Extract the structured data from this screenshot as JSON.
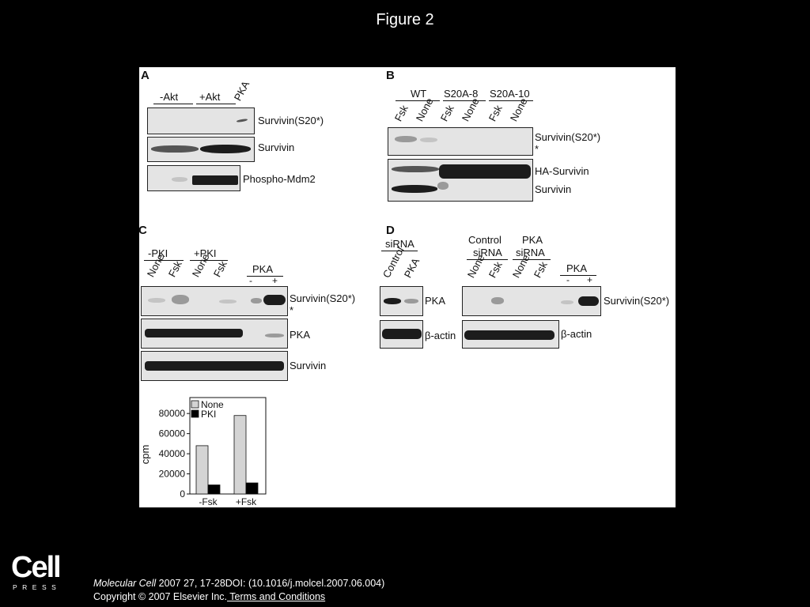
{
  "slide": {
    "title": "Figure 2"
  },
  "panels": {
    "A": {
      "letter": "A",
      "groups": [
        "-Akt",
        "+Akt"
      ],
      "pka_label": "PKA",
      "rows": [
        "Survivin(S20*)",
        "Survivin",
        "Phospho-Mdm2"
      ]
    },
    "B": {
      "letter": "B",
      "groups": [
        "WT",
        "S20A-8",
        "S20A-10"
      ],
      "lanes": [
        "Fsk",
        "None",
        "Fsk",
        "None",
        "Fsk",
        "None"
      ],
      "rows": [
        "Survivin(S20*)",
        "*",
        "HA-Survivin",
        "Survivin"
      ]
    },
    "C": {
      "letter": "C",
      "groups": [
        "-PKI",
        "+PKI",
        "PKA"
      ],
      "lanes": [
        "None",
        "Fsk",
        "None",
        "Fsk"
      ],
      "pka_signs": [
        "-",
        "+"
      ],
      "rows": [
        "Survivin(S20*)",
        "*",
        "PKA",
        "Survivin"
      ]
    },
    "D": {
      "letter": "D",
      "left_header": "siRNA",
      "left_lanes": [
        "Control",
        "PKA"
      ],
      "left_rows": [
        "PKA",
        "β-actin"
      ],
      "right_groups": [
        [
          "Control",
          "siRNA"
        ],
        [
          "PKA",
          "siRNA"
        ]
      ],
      "right_lanes": [
        "None",
        "Fsk",
        "None",
        "Fsk"
      ],
      "pka_label": "PKA",
      "pka_signs": [
        "-",
        "+"
      ],
      "right_rows": [
        "Survivin(S20*)",
        "β-actin"
      ]
    }
  },
  "chart_data": {
    "type": "bar",
    "categories": [
      "-Fsk",
      "+Fsk"
    ],
    "series": [
      {
        "name": "None",
        "values": [
          48000,
          78000
        ],
        "color": "#d4d4d4"
      },
      {
        "name": "PKI",
        "values": [
          9000,
          11000
        ],
        "color": "#000000"
      }
    ],
    "title": "",
    "xlabel": "",
    "ylabel": "cpm",
    "yticks": [
      "0",
      "20000",
      "40000",
      "60000",
      "80000"
    ],
    "ylim": [
      0,
      88000
    ]
  },
  "footer": {
    "journal": "Molecular Cell",
    "citation": " 2007 27, 17-28DOI: (10.1016/j.molcel.2007.06.004)",
    "copyright": "Copyright © 2007 Elsevier Inc.",
    "terms_link": " Terms and Conditions"
  },
  "logo": {
    "main": "Cell",
    "sub": "PRESS"
  }
}
